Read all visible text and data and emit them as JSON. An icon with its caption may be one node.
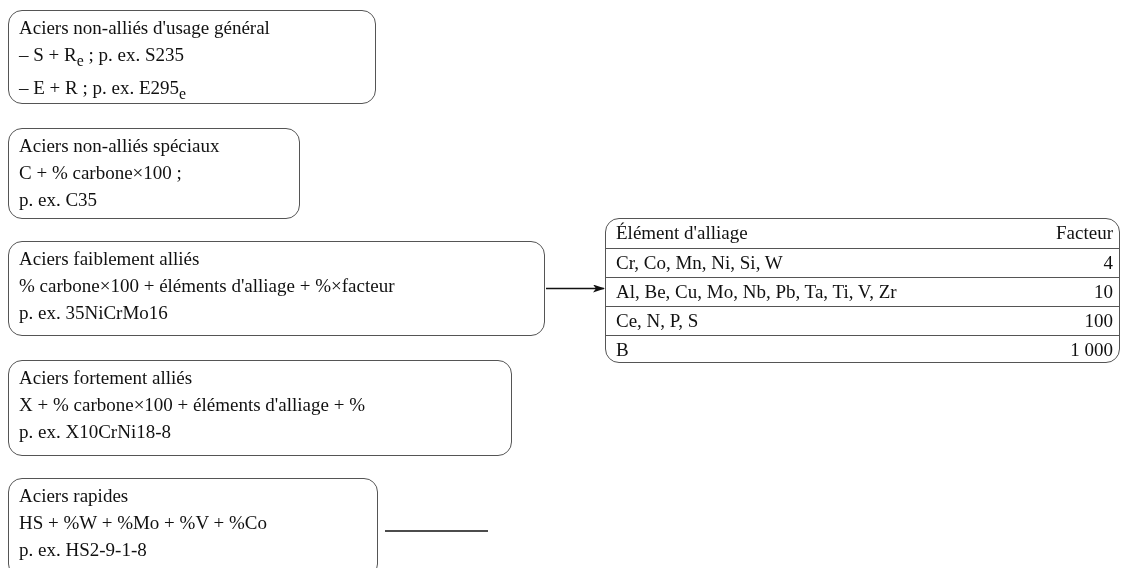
{
  "diagram": {
    "nodes": [
      {
        "text": [
          "Aciers non-alliés d'usage général",
          "– S + R$_{e}$ ; p. ex. S235",
          "– E + R ; p. ex. E295$_{e}$"
        ]
      },
      {
        "text": [
          "Aciers non-alliés spéciaux",
          "C + % carbone×100 ;",
          "p. ex. C35"
        ]
      },
      {
        "text": [
          "Aciers faiblement alliés",
          "% carbone×100 + éléments d'alliage + %×facteur",
          "p. ex. 35NiCrMo16"
        ]
      },
      {
        "text": [
          "Aciers fortement alliés",
          "X + % carbone×100 + éléments d'alliage + %",
          "p. ex. X10CrNi18-8"
        ]
      },
      {
        "text": [
          "Aciers rapides",
          "HS + %W + %Mo + %V + %Co",
          "p. ex. HS2-9-1-8"
        ]
      },
      {
        "text": [
          "Élément d'alliage",
          "Facteur",
          "Cr, Co, Mn, Ni, Si, W",
          "4",
          "Al, Be, Cu, Mo, Nb, Pb, Ta, Ti, V, Zr",
          "10",
          "Ce, N, P, S",
          "100",
          "B",
          "1 000"
        ]
      }
    ],
    "edges": [
      {
        "from": 2,
        "to": 5,
        "arrow": "to"
      }
    ]
  }
}
